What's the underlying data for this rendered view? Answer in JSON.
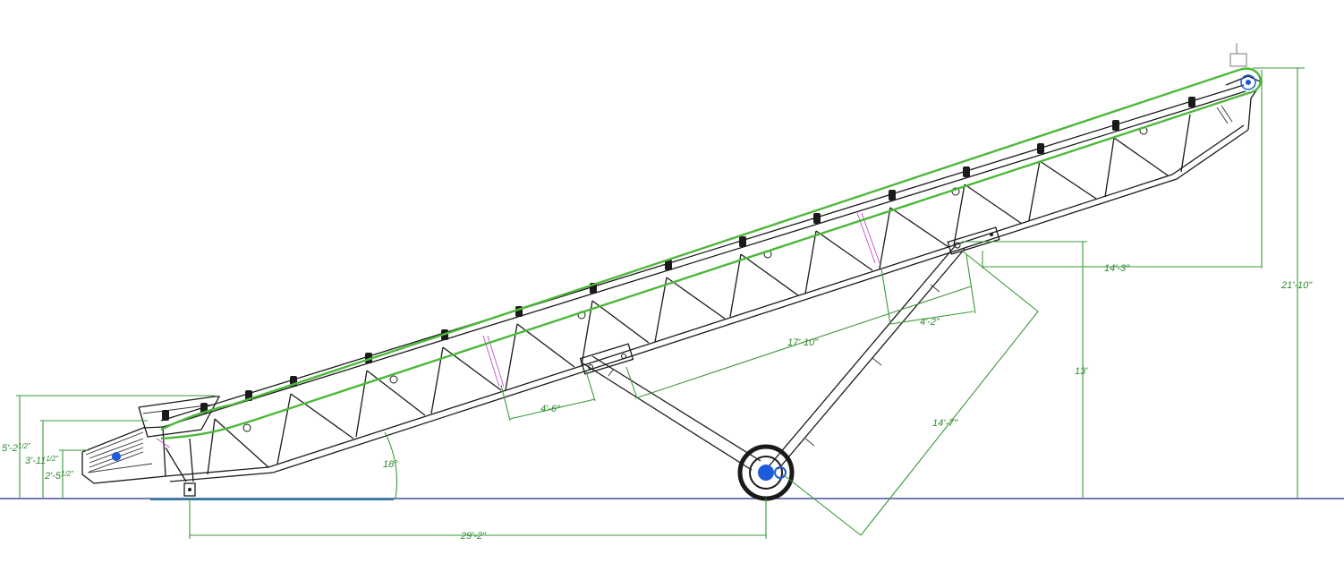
{
  "colors": {
    "belt": "#4db83a",
    "dimension": "#3a9a3a",
    "frame": "#1a1a1a",
    "ground": "#1f2a8f",
    "accent_blue": "#1e5bd8",
    "brace_magenta": "#c03cc0"
  },
  "dimensions": {
    "overall_height": "21'-10\"",
    "horizontal_head_offset": "14'-3\"",
    "pivot_height": "13'",
    "support_leg_length": "14'-7\"",
    "truss_span": "17'-10\"",
    "upper_pivot_offset": "4'-2\"",
    "lower_pivot_offset": "4'-6\"",
    "wheelbase": "29'-2\"",
    "incline_angle": "18°",
    "hopper_height_top": "5'-2",
    "hopper_height_top_frac": "1/2\"",
    "hopper_height_mid": "3'-11",
    "hopper_height_mid_frac": "1/2\"",
    "tail_height": "2'-5",
    "tail_height_frac": "1/2\""
  }
}
